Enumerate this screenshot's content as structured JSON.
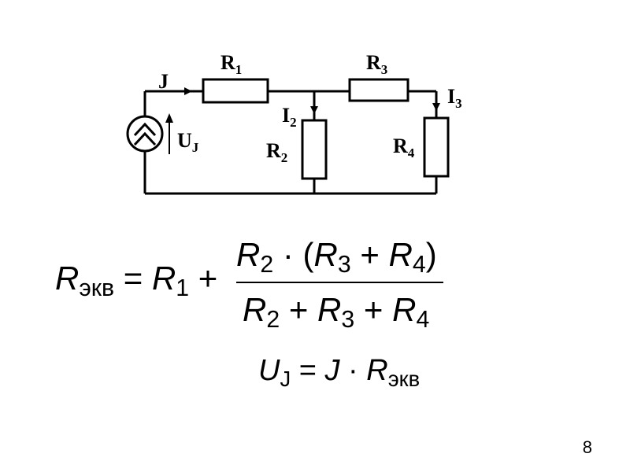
{
  "circuit": {
    "source_current": "J",
    "source_voltage": "U",
    "source_voltage_sub": "J",
    "r1": "R",
    "r1_sub": "1",
    "r2": "R",
    "r2_sub": "2",
    "r3": "R",
    "r3_sub": "3",
    "r4": "R",
    "r4_sub": "4",
    "i2": "I",
    "i2_sub": "2",
    "i3": "I",
    "i3_sub": "3"
  },
  "formula1": {
    "lhs_symbol": "R",
    "lhs_sub": "экв",
    "equals": "=",
    "r1": "R",
    "r1_sub": "1",
    "plus": "+",
    "num_r2": "R",
    "num_r2_sub": "2",
    "dot": "·",
    "open_paren": "(",
    "num_r3": "R",
    "num_r3_sub": "3",
    "num_plus": "+",
    "num_r4": "R",
    "num_r4_sub": "4",
    "close_paren": ")",
    "den_r2": "R",
    "den_r2_sub": "2",
    "den_plus1": "+",
    "den_r3": "R",
    "den_r3_sub": "3",
    "den_plus2": "+",
    "den_r4": "R",
    "den_r4_sub": "4"
  },
  "formula2": {
    "u": "U",
    "u_sub": "J",
    "equals": "=",
    "j": "J",
    "dot": "·",
    "r": "R",
    "r_sub": "экв"
  },
  "page_number": "8"
}
